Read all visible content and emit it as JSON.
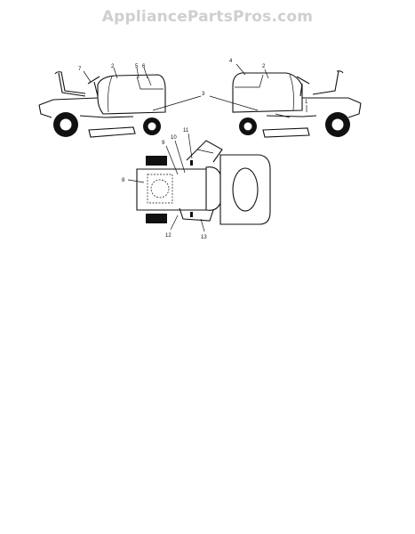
{
  "watermark": "AppliancePartsPros.com",
  "callouts": {
    "left_7": "7",
    "left_2": "2",
    "left_5": "5",
    "left_6": "6",
    "right_4": "4",
    "right_2": "2",
    "right_1": "1",
    "shared_3": "3",
    "top_8": "8",
    "top_9": "9",
    "top_10": "10",
    "top_11": "11",
    "top_12": "12",
    "top_13": "13"
  }
}
